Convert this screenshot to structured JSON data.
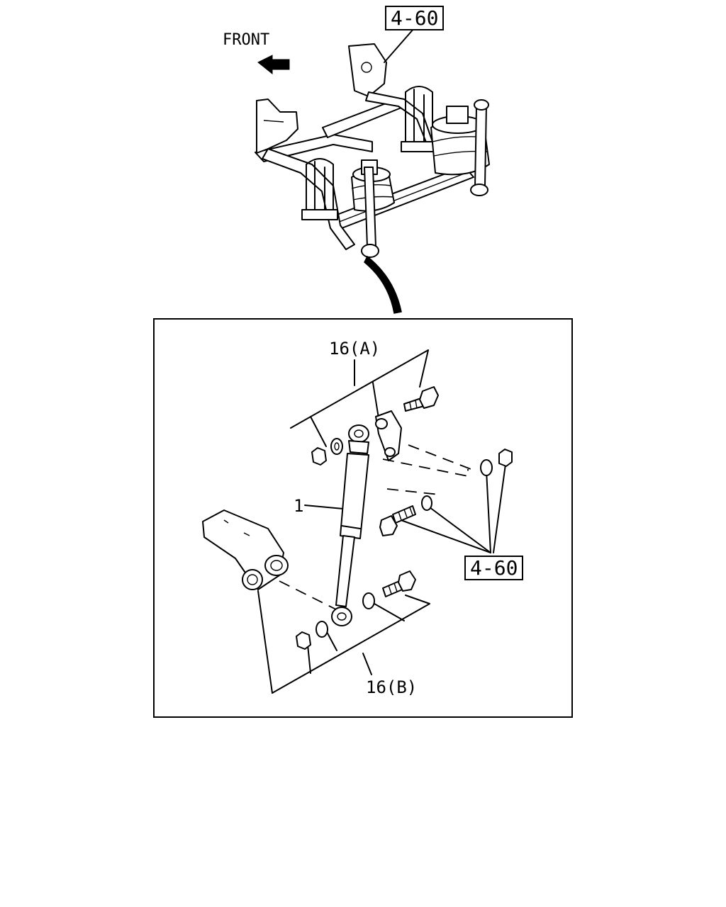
{
  "labels": {
    "front": "FRONT",
    "ref_top": "4-60",
    "ref_detail": "4-60",
    "part_shock_absorber": "1",
    "part_16a": "16(A)",
    "part_16b": "16(B)"
  }
}
